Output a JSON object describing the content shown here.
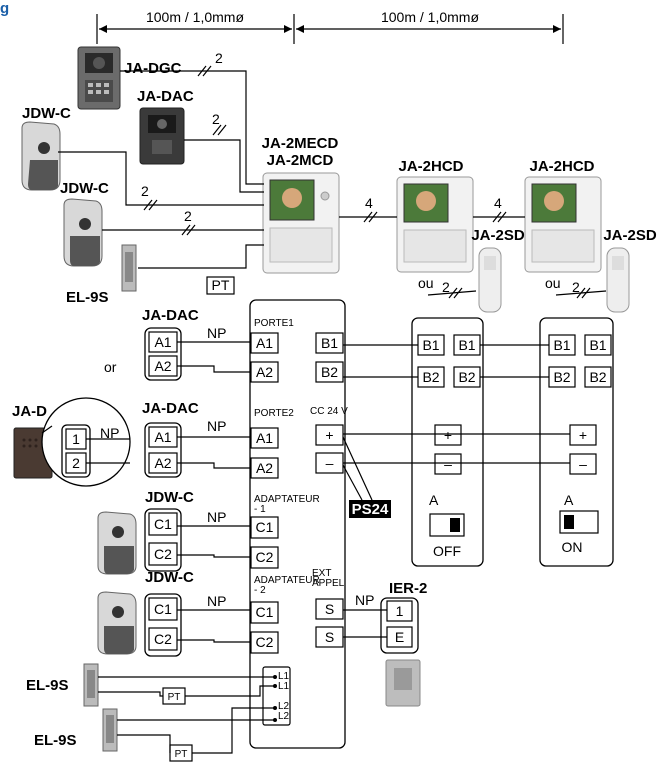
{
  "header": {
    "partial_title": "g",
    "dim_left": "100m / 1,0mmø",
    "dim_right": "100m / 1,0mmø"
  },
  "colors": {
    "title": "#1b5fa8",
    "black": "#000000"
  },
  "top": {
    "ja_dgc": "JA-DGC",
    "ja_dac": "JA-DAC",
    "jdw_c_1": "JDW-C",
    "jdw_c_2": "JDW-C",
    "el_9s": "EL-9S",
    "pt": "PT",
    "master_1": "JA-2MECD",
    "master_2": "JA-2MCD",
    "sub_1": "JA-2HCD",
    "sub_2": "JA-2HCD",
    "sd_1": "JA-2SD",
    "sd_2": "JA-2SD",
    "ou_1": "ou",
    "ou_2": "ou",
    "wire_2": "2",
    "wire_4": "4"
  },
  "wiring": {
    "ja_dac_1": "JA-DAC",
    "ja_dac_2": "JA-DAC",
    "or": "or",
    "ja_d": "JA-D",
    "jdw_c_1": "JDW-C",
    "jdw_c_2": "JDW-C",
    "el_9s_1": "EL-9S",
    "el_9s_2": "EL-9S",
    "ier_2": "IER-2",
    "np": "NP",
    "porte1": "PORTE1",
    "porte2": "PORTE2",
    "adapt1": "ADAPTATEUR",
    "adapt1_num": "- 1",
    "adapt2": "ADAPTATEUR",
    "adapt2_num": "- 2",
    "ext": "EXT",
    "appel": "APPEL",
    "cc24v": "CC 24 V",
    "ps24": "PS24",
    "pt": "PT",
    "switch_a": "A",
    "off": "OFF",
    "on": "ON",
    "term": {
      "A1": "A1",
      "A2": "A2",
      "B1": "B1",
      "B2": "B2",
      "C1": "C1",
      "C2": "C2",
      "S": "S",
      "E": "E",
      "one": "1",
      "two": "2",
      "plus": "+",
      "minus": "–",
      "L1": "L1",
      "L2": "L2"
    }
  }
}
